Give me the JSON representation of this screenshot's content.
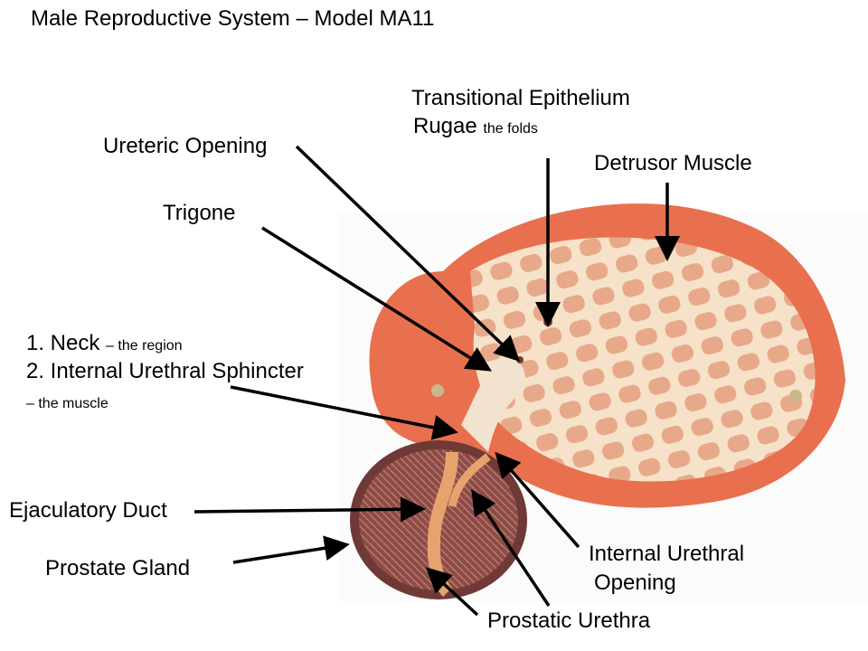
{
  "title": "Male Reproductive System – Model MA11",
  "labels": {
    "transitional_epithelium": "Transitional Epithelium",
    "rugae": "Rugae",
    "rugae_note": "the folds",
    "detrusor": "Detrusor Muscle",
    "ureteric_opening": "Ureteric Opening",
    "trigone": "Trigone",
    "neck": "1. Neck",
    "neck_note": "– the region",
    "sphincter": "2. Internal Urethral Sphincter",
    "sphincter_note": "– the muscle",
    "ejaculatory_duct": "Ejaculatory Duct",
    "prostate_gland": "Prostate Gland",
    "internal_urethral_opening_1": "Internal Urethral",
    "internal_urethral_opening_2": "Opening",
    "prostatic_urethra": "Prostatic Urethra"
  },
  "colors": {
    "muscle": "#e8704f",
    "mucosa": "#f3dcc0",
    "prostate": "#8a4a44",
    "arrow": "#000000"
  }
}
